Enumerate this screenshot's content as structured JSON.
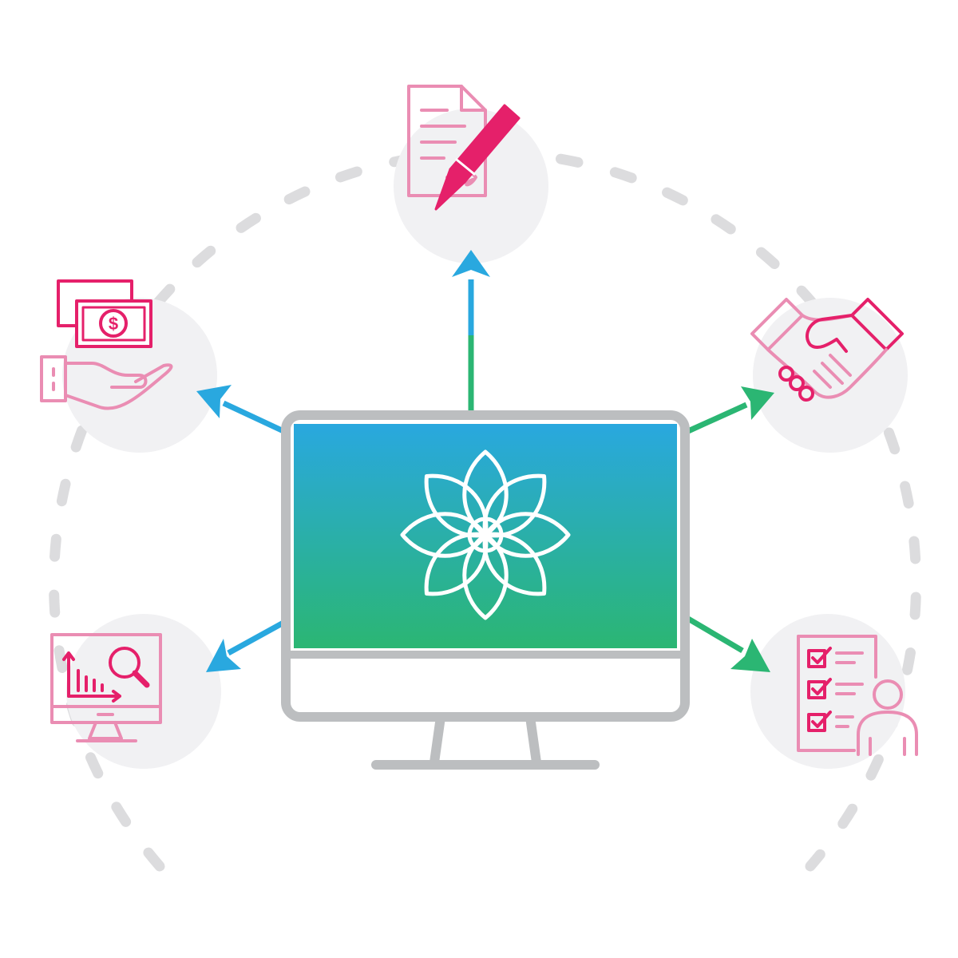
{
  "colors": {
    "background": "#ffffff",
    "node_circle": "#f1f1f3",
    "dash_ring": "#dcdcde",
    "arrow_blue": "#29a8df",
    "arrow_green": "#2bb673",
    "monitor_frame": "#bcbec0",
    "screen_top": "#29a8df",
    "screen_bottom": "#2bb673",
    "logo_stroke": "#ffffff",
    "icon_dark": "#e5206a",
    "icon_light": "#ea8db3",
    "dollar_mark": "$"
  },
  "center": {
    "device": "desktop-monitor-icon",
    "logo": "flower-logo-icon"
  },
  "nodes": [
    {
      "id": "top",
      "icon": "signed-document-icon",
      "arrow": "blue-green"
    },
    {
      "id": "upper-left",
      "icon": "money-in-hand-icon",
      "arrow": "blue"
    },
    {
      "id": "upper-right",
      "icon": "handshake-icon",
      "arrow": "green"
    },
    {
      "id": "lower-left",
      "icon": "analytics-monitor-icon",
      "arrow": "blue"
    },
    {
      "id": "lower-right",
      "icon": "checklist-person-icon",
      "arrow": "green"
    }
  ]
}
